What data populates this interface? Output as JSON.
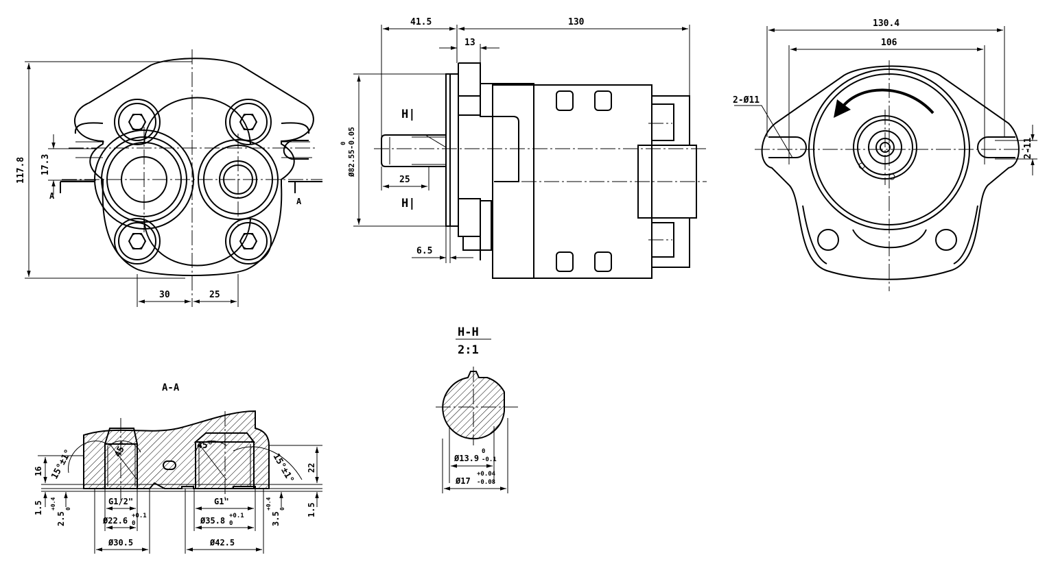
{
  "front_view": {
    "dims": {
      "width_left": "30",
      "width_right": "25",
      "height_total": "117.8",
      "port_offset": "17.3"
    },
    "section_marks": {
      "left": "A",
      "right": "A"
    }
  },
  "side_view": {
    "dims": {
      "overall_left": "41.5",
      "overall_body": "130",
      "flange": "13",
      "pilot_dia": "Ø82.55-0.05",
      "pilot_tol_upper": "0",
      "shaft_len": "25",
      "flange_gap": "6.5"
    },
    "section_marks": {
      "top": "H|",
      "bottom": "H|"
    }
  },
  "rear_view": {
    "dims": {
      "overall": "130.4",
      "hole_spacing": "106",
      "holes": "2-Ø11",
      "slot": "2-11"
    }
  },
  "section_aa": {
    "title": "A-A",
    "dims": {
      "depth_16": "16",
      "depth_1_5_left": "1.5",
      "depth_2_5": "2.5",
      "tol_2_5_upper": "+0.4",
      "tol_2_5_lower": "0",
      "depth_3_5": "3.5",
      "tol_3_5_upper": "+0.4",
      "tol_3_5_lower": "0",
      "depth_1_5_right": "1.5",
      "depth_22": "22",
      "angle_left_1": "15°±1°",
      "angle_left_2": "45°",
      "angle_right_1": "45°",
      "angle_right_2": "15°±1°",
      "thread_left": "G1/2\"",
      "dia_left_bore": "Ø22.6",
      "tol_left_bore_upper": "+0.1",
      "tol_left_bore_lower": "0",
      "dia_left_spot": "Ø30.5",
      "thread_right": "G1\"",
      "dia_right_bore": "Ø35.8",
      "tol_right_bore_upper": "+0.1",
      "tol_right_bore_lower": "0",
      "dia_right_spot": "Ø42.5"
    }
  },
  "section_hh": {
    "title": "H-H",
    "scale": "2:1",
    "dims": {
      "key_dia": "Ø13.9",
      "key_tol_upper": "0",
      "key_tol_lower": "-0.1",
      "shaft_dia": "Ø17",
      "shaft_tol_upper": "+0.04",
      "shaft_tol_lower": "-0.08"
    }
  }
}
